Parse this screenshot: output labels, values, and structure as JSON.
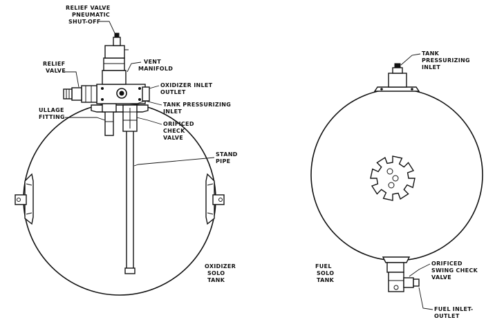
{
  "colors": {
    "ink": "#111111",
    "paper": "#ffffff"
  },
  "oxidizer_tank": {
    "title": [
      "OXIDIZER",
      "SOLO",
      "TANK"
    ],
    "labels": {
      "relief_valve_shutoff": [
        "RELIEF VALVE",
        "PNEUMATIC",
        "SHUT-OFF"
      ],
      "relief_valve": [
        "RELIEF",
        "VALVE"
      ],
      "vent_manifold": [
        "VENT",
        "MANIFOLD"
      ],
      "oxidizer_inlet_outlet": [
        "OXIDIZER INLET",
        "OUTLET"
      ],
      "ullage_fitting": [
        "ULLAGE",
        "FITTING"
      ],
      "tank_pressurizing_inlet": [
        "TANK PRESSURIZING",
        "INLET"
      ],
      "orificed_check_valve": [
        "ORIFICED",
        "CHECK",
        "VALVE"
      ],
      "stand_pipe": [
        "STAND",
        "PIPE"
      ]
    }
  },
  "fuel_tank": {
    "title": [
      "FUEL",
      "SOLO",
      "TANK"
    ],
    "labels": {
      "tank_pressurizing_inlet": [
        "TANK",
        "PRESSURIZING",
        "INLET"
      ],
      "orificed_swing_check_valve": [
        "ORIFICED",
        "SWING CHECK",
        "VALVE"
      ],
      "fuel_inlet_outlet": [
        "FUEL INLET-",
        "OUTLET"
      ]
    }
  }
}
